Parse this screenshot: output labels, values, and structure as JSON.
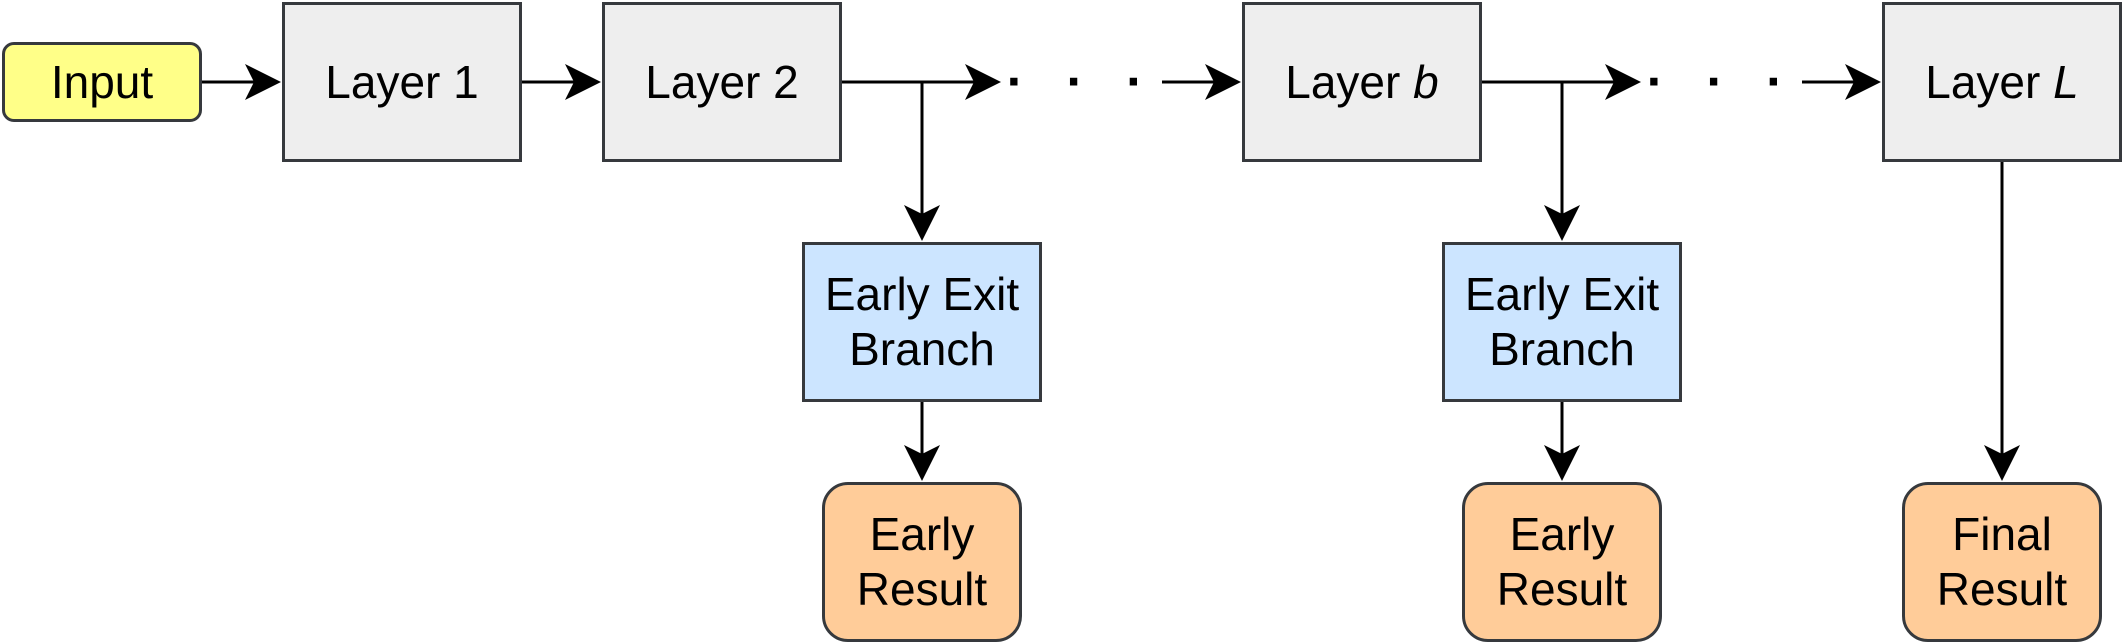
{
  "nodes": {
    "input": "Input",
    "layer1": "Layer 1",
    "layer2": "Layer 2",
    "layer_b_prefix": "Layer ",
    "layer_b_var": "b",
    "layer_L_prefix": "Layer ",
    "layer_L_var": "L",
    "exit1_line1": "Early Exit",
    "exit1_line2": "Branch",
    "exit2_line1": "Early Exit",
    "exit2_line2": "Branch",
    "result1_line1": "Early",
    "result1_line2": "Result",
    "result2_line1": "Early",
    "result2_line2": "Result",
    "final_line1": "Final",
    "final_line2": "Result"
  },
  "ellipsis1": "· · ·",
  "ellipsis2": "· · ·",
  "colors": {
    "input_fill": "#ffff88",
    "layer_fill": "#eeeeee",
    "exit_fill": "#cce5ff",
    "result_fill": "#ffcc99",
    "border": "#36393d",
    "arrow": "#000000"
  }
}
